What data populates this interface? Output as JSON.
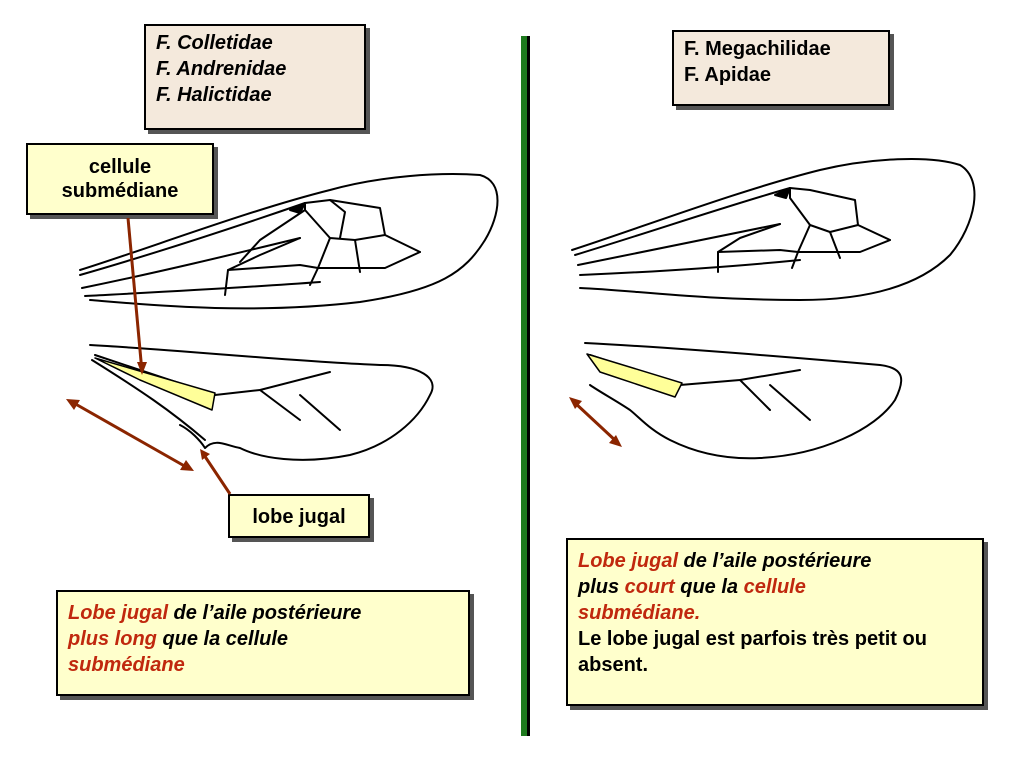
{
  "left": {
    "families": [
      "F. Colletidae",
      "F. Andrenidae",
      "F. Halictidae"
    ],
    "label_submedian": "cellule\nsubmédiane",
    "label_submedian_lines": [
      "cellule",
      "submédiane"
    ],
    "label_jugal": "lobe jugal",
    "note": {
      "part1_red": "Lobe jugal",
      "part2": " de l’aile postérieure",
      "part3_red": "plus long",
      "part4": " que la cellule",
      "part5_red": "submédiane"
    }
  },
  "right": {
    "families": [
      "F. Megachilidae",
      "F. Apidae"
    ],
    "note": {
      "part1_red": "Lobe jugal",
      "part2": " de l’aile postérieure",
      "part3": "plus ",
      "part4_red": "court",
      "part5": " que la ",
      "part6_red": "cellule",
      "part7_red": "submédiane.",
      "part8": "Le lobe jugal est parfois très petit ou absent."
    }
  },
  "colors": {
    "accent_red": "#c0280e",
    "divider_green": "#1e7a1e",
    "cell_yellow": "#ffff99",
    "box_beige": "#f4e9dc",
    "box_yellow": "#ffffcc",
    "arrow_brown": "#8b2500"
  }
}
